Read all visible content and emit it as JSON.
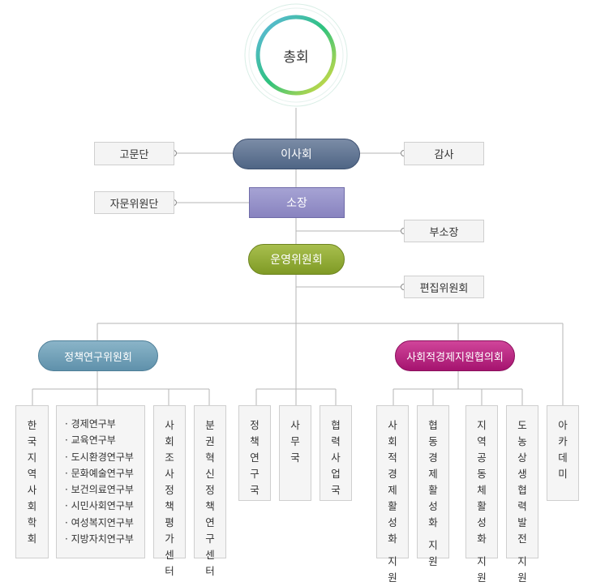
{
  "top": {
    "label": "총회"
  },
  "board": {
    "label": "이사회"
  },
  "advisors": {
    "label": "고문단"
  },
  "auditor": {
    "label": "감사"
  },
  "advisory_committee": {
    "label": "자문위원단"
  },
  "director": {
    "label": "소장"
  },
  "vice_director": {
    "label": "부소장"
  },
  "operating_committee": {
    "label": "운영위원회"
  },
  "editorial_committee": {
    "label": "편집위원회"
  },
  "policy_committee": {
    "label": "정책연구위원회"
  },
  "social_council": {
    "label": "사회적경제지원협의회"
  },
  "policy_list": {
    "items": [
      "· 경제연구부",
      "· 교육연구부",
      "· 도시환경연구부",
      "· 문화예술연구부",
      "· 보건의료연구부",
      "· 시민사회연구부",
      "· 여성복지연구부",
      "· 지방자치연구부"
    ]
  },
  "units": {
    "korea_society": "한국지역사회학회",
    "survey_center": "사회조사정책평가센터",
    "decentral_center": "분권혁신정책연구센터",
    "policy_bureau": "정책연구국",
    "secretariat": "사무국",
    "coop_bureau": "협력사업국",
    "social_support": "사회적경제활성화 지원",
    "coop_support": "협동경제활성화 지원",
    "regional_support": "지역공동체활성화 지원",
    "urban_rural_support": "도농상생협력발전 지원",
    "academy": "아카데미"
  }
}
